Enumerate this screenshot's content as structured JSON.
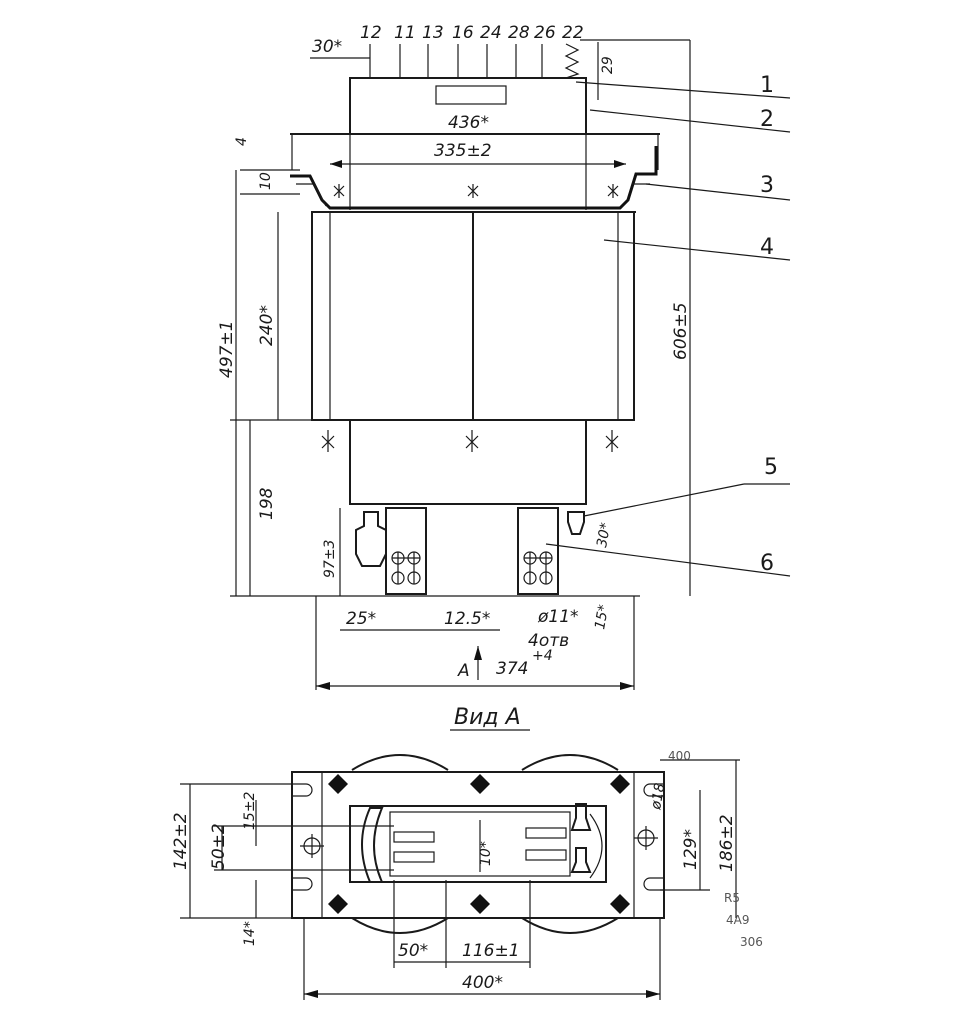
{
  "top_pins": {
    "left_label": "30*",
    "pins": [
      "12",
      "11",
      "13",
      "16",
      "24",
      "28",
      "26",
      "22"
    ],
    "right_dim": "29"
  },
  "top_view_dims": {
    "width_upper": "436*",
    "width_middle": "335±2",
    "left_small_top": "4",
    "left_small": "10",
    "total_left": "497±1",
    "core_height": "240*",
    "lower_height": "198",
    "bracket_height": "97±3",
    "total_right": "606±5",
    "foot_width": "25*",
    "foot_gap": "12.5*",
    "hole_dia": "ø11*",
    "hole_note": "4отв",
    "hole_side": "15*",
    "terminal_dim": "30*",
    "bottom_width": "374",
    "bottom_tol": "+4",
    "view_arrow": "A"
  },
  "leaders": [
    "1",
    "2",
    "3",
    "4",
    "5",
    "6"
  ],
  "view_title": "Вид А",
  "bottom_view_dims": {
    "left_total": "142±2",
    "inner_15": "15±2",
    "inner_50": "50±2",
    "bottom_14": "14*",
    "center_10": "10*",
    "right_129": "129*",
    "right_186": "186±2",
    "hole_18": "ø18",
    "dim_50": "50*",
    "dim_116": "116±1",
    "dim_400": "400*",
    "top_faint": "400",
    "faint_r": "R5",
    "faint_4": "4А9",
    "faint_306": "306"
  }
}
